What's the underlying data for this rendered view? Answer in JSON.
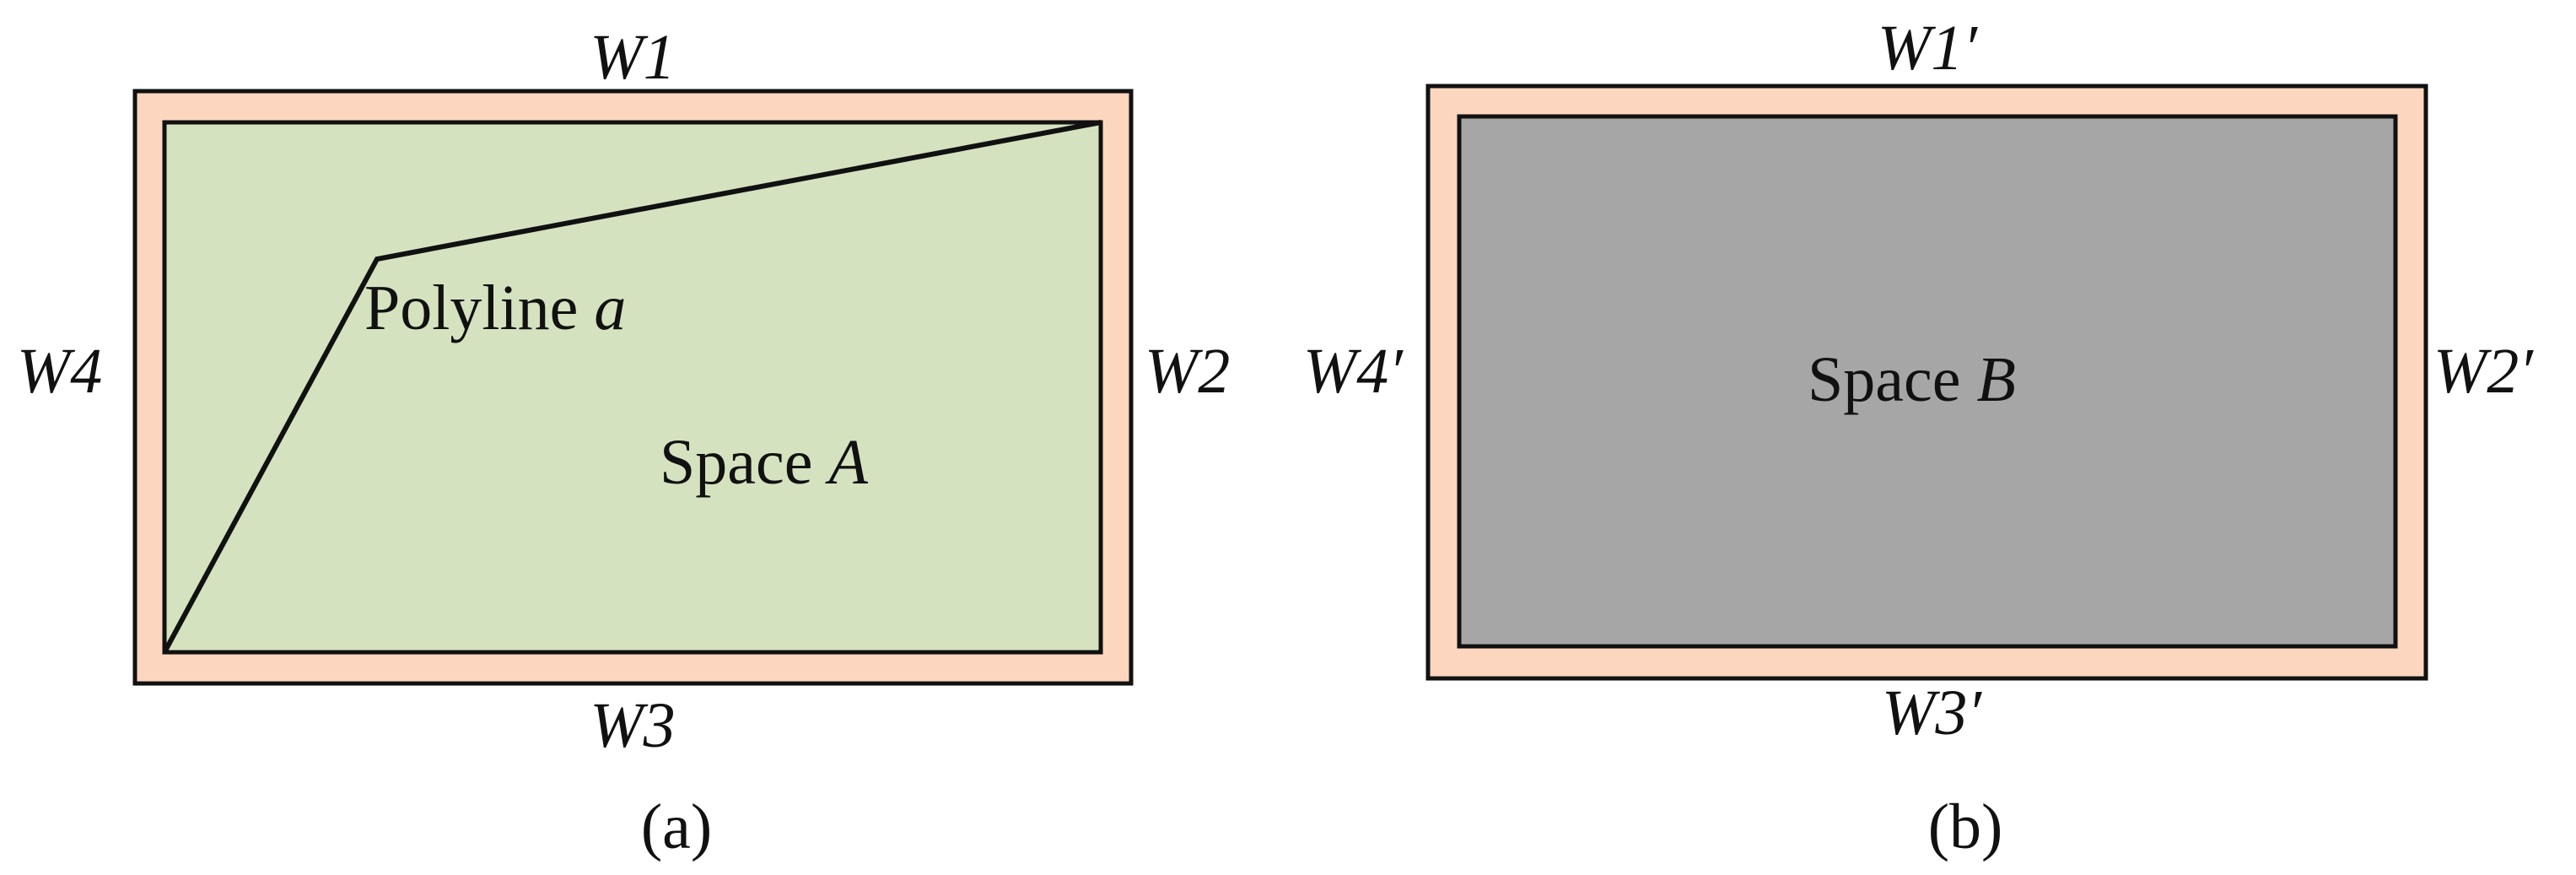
{
  "colors": {
    "wall_fill": "#fdd6bf",
    "space_a_fill": "#d5e2bf",
    "space_b_fill": "#a6a6a6",
    "stroke": "#111111"
  },
  "panel_a": {
    "caption": "(a)",
    "walls": {
      "top": "W1",
      "right": "W2",
      "bottom": "W3",
      "left": "W4"
    },
    "polyline_label": {
      "prefix": "Polyline ",
      "var": "a"
    },
    "space_label": {
      "prefix": "Space ",
      "var": "A"
    }
  },
  "panel_b": {
    "caption": "(b)",
    "walls": {
      "top": "W1′",
      "right": "W2′",
      "bottom": "W3′",
      "left": "W4′"
    },
    "space_label": {
      "prefix": "Space ",
      "var": "B"
    }
  }
}
